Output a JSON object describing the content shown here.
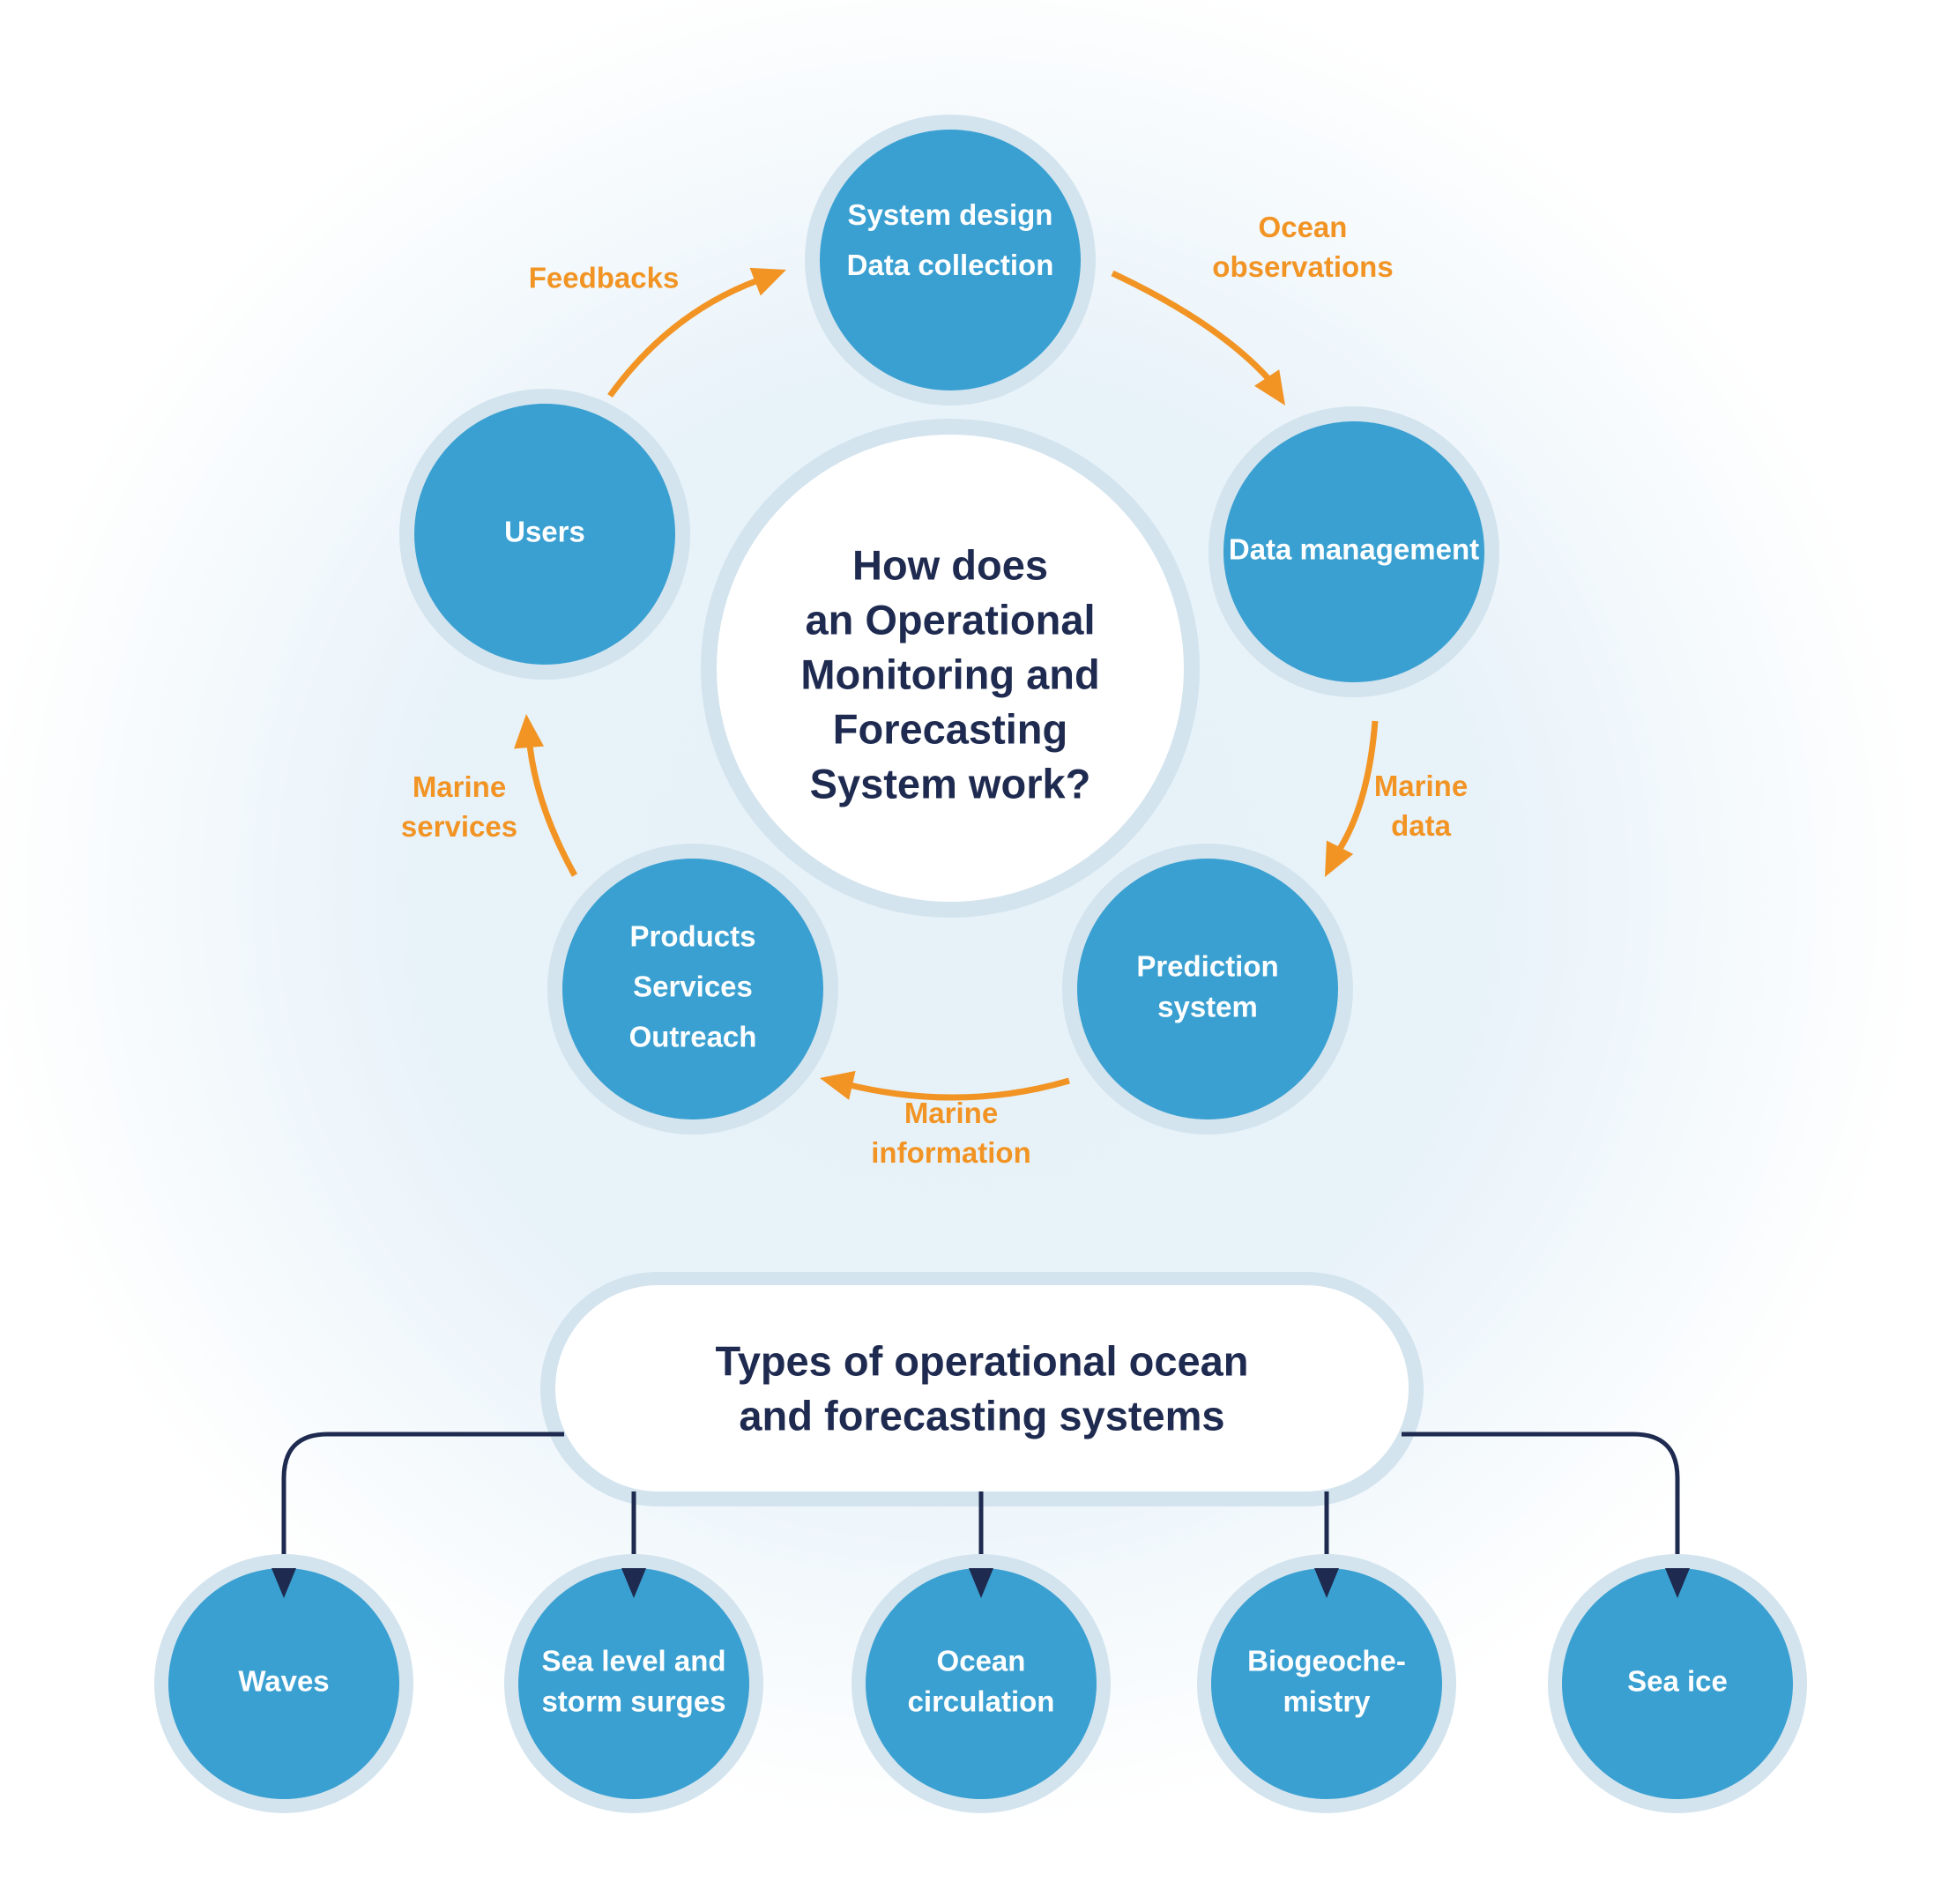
{
  "colors": {
    "node_fill": "#3aa0d1",
    "node_ring": "#d3e4ee",
    "center_fill": "#ffffff",
    "title_text": "#1e2a4f",
    "arrow_orange": "#f29424",
    "connector_navy": "#1e2a4f"
  },
  "cycle": {
    "center_title": [
      "How does",
      "an Operational",
      "Monitoring and",
      "Forecasting",
      "System work?"
    ],
    "nodes": [
      {
        "id": "system-design",
        "lines": [
          "System design",
          "Data collection"
        ]
      },
      {
        "id": "data-management",
        "lines": [
          "Data management"
        ]
      },
      {
        "id": "prediction-system",
        "lines": [
          "Prediction",
          "system"
        ]
      },
      {
        "id": "products",
        "lines": [
          "Products",
          "Services",
          "Outreach"
        ]
      },
      {
        "id": "users",
        "lines": [
          "Users"
        ]
      }
    ],
    "flows": [
      {
        "from": "system-design",
        "to": "data-management",
        "label": [
          "Ocean",
          "observations"
        ]
      },
      {
        "from": "data-management",
        "to": "prediction-system",
        "label": [
          "Marine",
          "data"
        ]
      },
      {
        "from": "prediction-system",
        "to": "products",
        "label": [
          "Marine",
          "information"
        ]
      },
      {
        "from": "products",
        "to": "users",
        "label": [
          "Marine",
          "services"
        ]
      },
      {
        "from": "users",
        "to": "system-design",
        "label": [
          "Feedbacks"
        ]
      }
    ]
  },
  "types": {
    "title": [
      "Types of operational ocean",
      "and forecasting systems"
    ],
    "items": [
      {
        "id": "waves",
        "lines": [
          "Waves"
        ]
      },
      {
        "id": "sea-level",
        "lines": [
          "Sea level and",
          "storm surges"
        ]
      },
      {
        "id": "ocean-circulation",
        "lines": [
          "Ocean",
          "circulation"
        ]
      },
      {
        "id": "biogeochemistry",
        "lines": [
          "Biogeoche-",
          "mistry"
        ]
      },
      {
        "id": "sea-ice",
        "lines": [
          "Sea ice"
        ]
      }
    ]
  }
}
